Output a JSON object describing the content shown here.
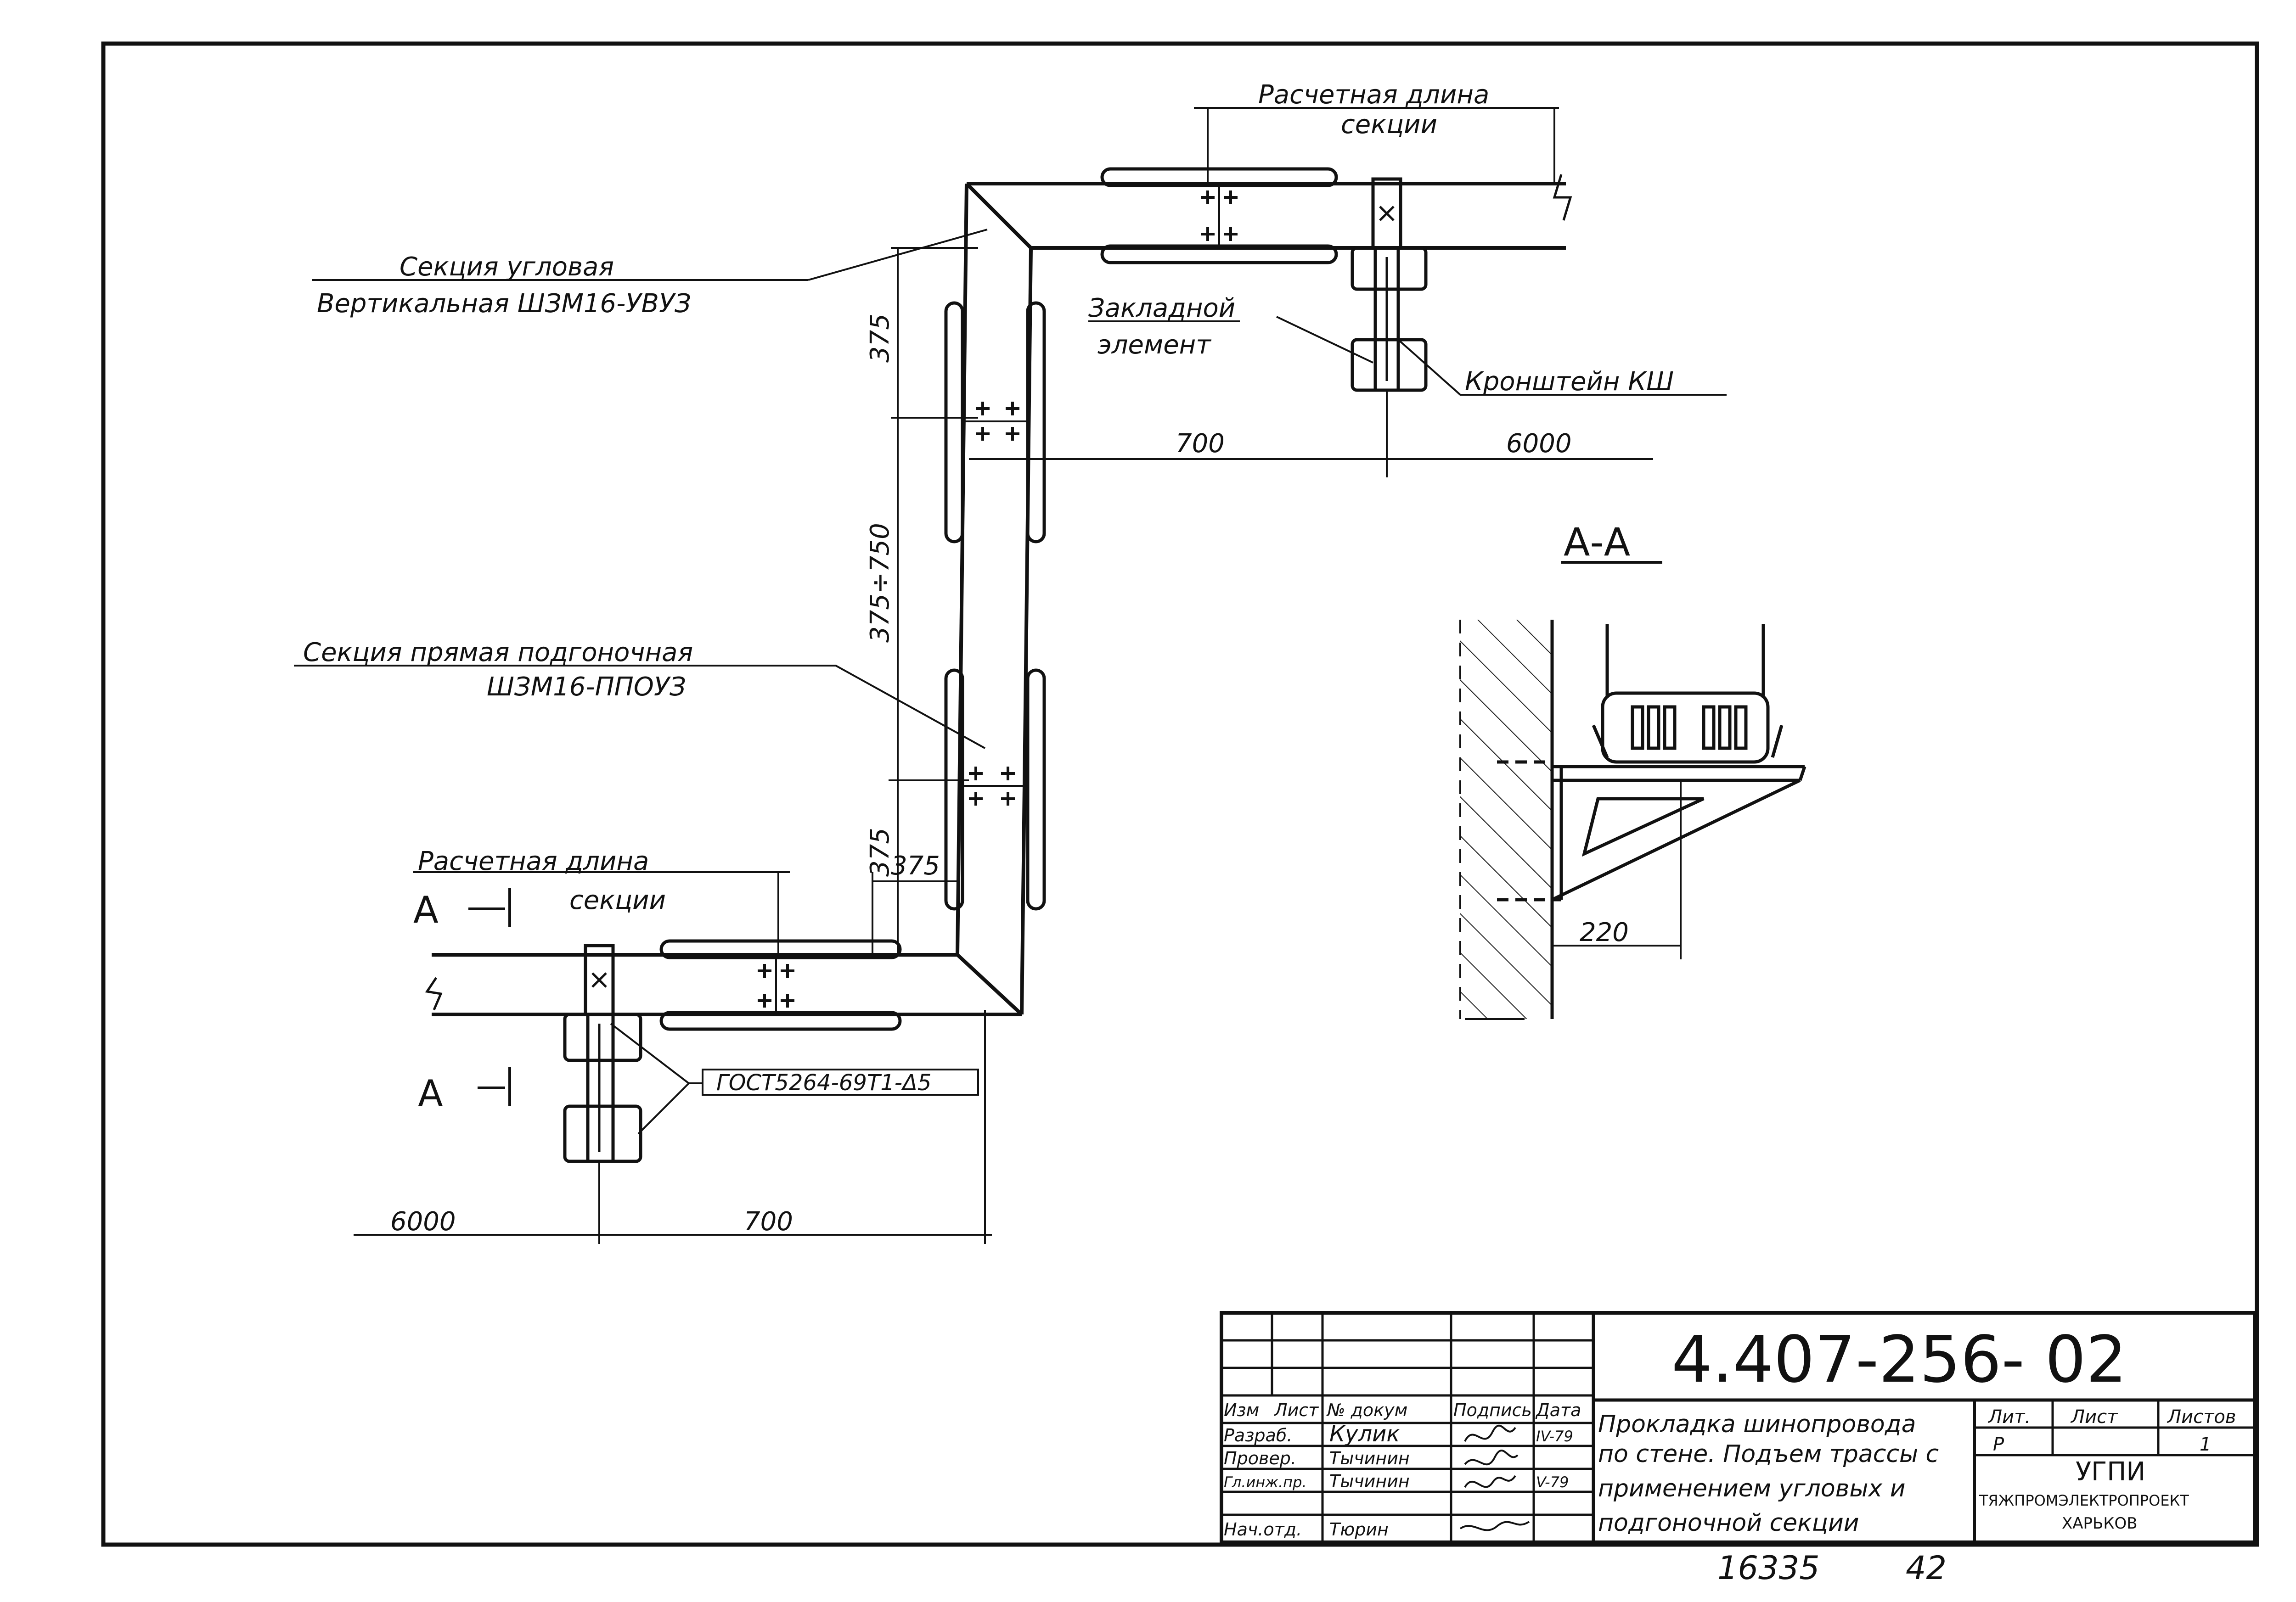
{
  "labels": {
    "raschetnaya_top_1": "Расчетная длина",
    "raschetnaya_top_2": "секции",
    "uglovaya_1": "Секция угловая",
    "uglovaya_2": "Вертикальная ШЗМ16-УВУЗ",
    "zakladnoy_1": "Закладной",
    "zakladnoy_2": "элемент",
    "kronshteyn": "Кронштейн КШ",
    "dim_700_top": "700",
    "dim_6000_top": "6000",
    "dim_375_upper": "375",
    "dim_375_750": "375÷750",
    "dim_375_lower": "375",
    "dim_375_horiz": "375",
    "pryamaya_1": "Секция прямая подгоночная",
    "pryamaya_2": "ШЗМ16-ППОУЗ",
    "raschetnaya_bot_1": "Расчетная длина",
    "raschetnaya_bot_2": "секции",
    "section_mark_a_top": "А",
    "section_mark_a_bot": "А",
    "gost": "ГОСТ5264-69Т1-Δ5",
    "dim_6000_bot": "6000",
    "dim_700_bot": "700",
    "section_title": "А-А",
    "dim_220": "220"
  },
  "title_block": {
    "doc_number": "4.407-256- 02",
    "head": {
      "izm": "Изм",
      "list": "Лист",
      "doc": "№ докум",
      "podpis": "Подпись",
      "data": "Дата"
    },
    "rows": [
      {
        "role": "Разраб.",
        "name": "Кулик",
        "date": "IV-79"
      },
      {
        "role": "Провер.",
        "name": "Тычинин",
        "date": ""
      },
      {
        "role": "Гл.инж.пр.",
        "name": "Тычинин",
        "date": "V-79"
      },
      {
        "role": "Нач.отд.",
        "name": "Тюрин",
        "date": ""
      }
    ],
    "title_lines": [
      "Прокладка шинопровода",
      "по стене. Подъем трассы с",
      "применением угловых и",
      "подгоночной секции"
    ],
    "lit_header": "Лит.",
    "list_header": "Лист",
    "listov_header": "Листов",
    "lit_value": "Р",
    "list_value": "",
    "listov_value": "1",
    "org_1": "УГПИ",
    "org_2": "ТЯЖПРОМЭЛЕКТРОПРОЕКТ",
    "org_3": "ХАРЬКОВ"
  },
  "footer": {
    "inv_number": "16335",
    "page_number": "42"
  }
}
